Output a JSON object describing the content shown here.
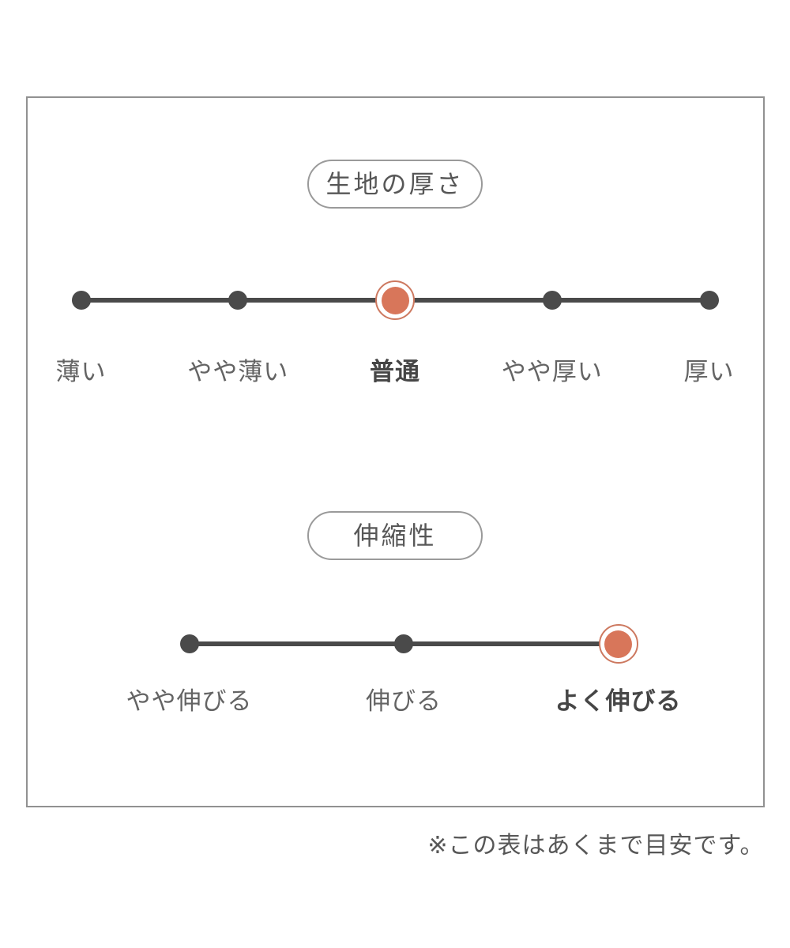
{
  "chart_data": [
    {
      "type": "line",
      "variant": "rating-scale",
      "title": "生地の厚さ",
      "categories": [
        "薄い",
        "やや薄い",
        "普通",
        "やや厚い",
        "厚い"
      ],
      "selected_index": 2,
      "selected_label": "普通"
    },
    {
      "type": "line",
      "variant": "rating-scale",
      "title": "伸縮性",
      "categories": [
        "やや伸びる",
        "伸びる",
        "よく伸びる"
      ],
      "selected_index": 2,
      "selected_label": "よく伸びる"
    }
  ],
  "note": "※この表はあくまで目安です。",
  "colors": {
    "accent": "#d8765a",
    "accent_ring": "#cd7960",
    "line": "#4a4a4a",
    "label": "#646464",
    "selected_label": "#464646",
    "border": "#919191"
  }
}
